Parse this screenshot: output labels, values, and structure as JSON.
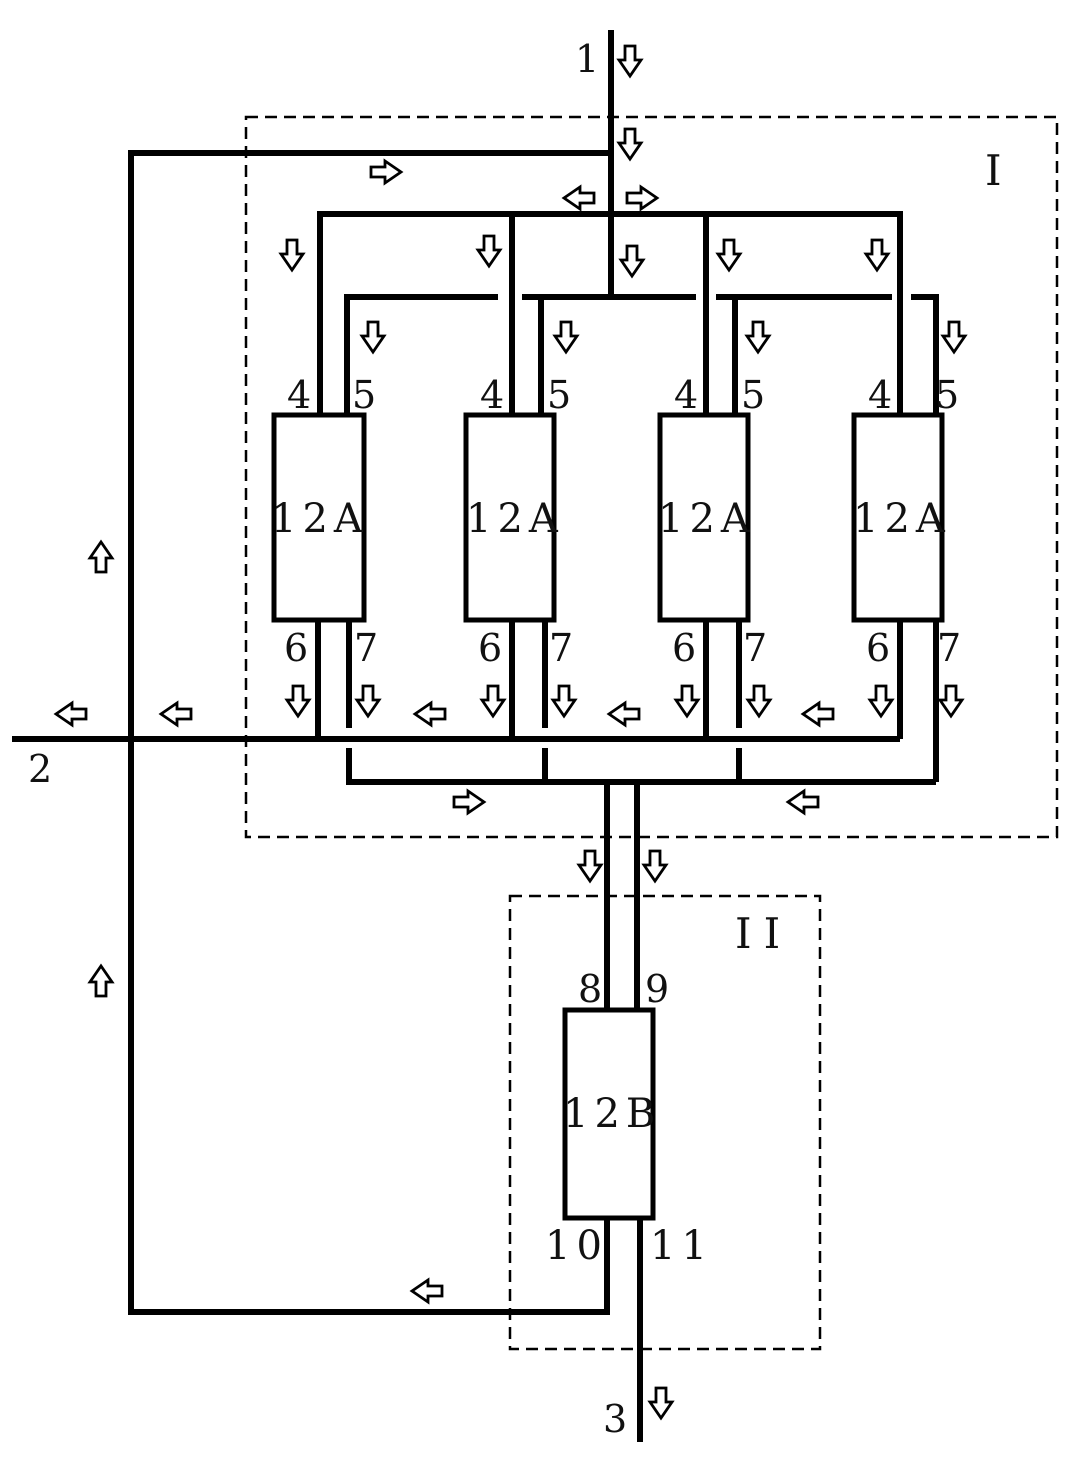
{
  "diagram": {
    "streams": {
      "feed": "1",
      "outlet_side": "2",
      "outlet_bottom": "3"
    },
    "regions": {
      "stage_1": "I",
      "stage_2": "II"
    },
    "stage_1_units": [
      {
        "label": "12A",
        "port_top_left": "4",
        "port_top_right": "5",
        "port_bottom_left": "6",
        "port_bottom_right": "7"
      },
      {
        "label": "12A",
        "port_top_left": "4",
        "port_top_right": "5",
        "port_bottom_left": "6",
        "port_bottom_right": "7"
      },
      {
        "label": "12A",
        "port_top_left": "4",
        "port_top_right": "5",
        "port_bottom_left": "6",
        "port_bottom_right": "7"
      },
      {
        "label": "12A",
        "port_top_left": "4",
        "port_top_right": "5",
        "port_bottom_left": "6",
        "port_bottom_right": "7"
      }
    ],
    "stage_2_unit": {
      "label": "12B",
      "port_top_left": "8",
      "port_top_right": "9",
      "port_bottom_left": "10",
      "port_bottom_right": "11"
    }
  }
}
